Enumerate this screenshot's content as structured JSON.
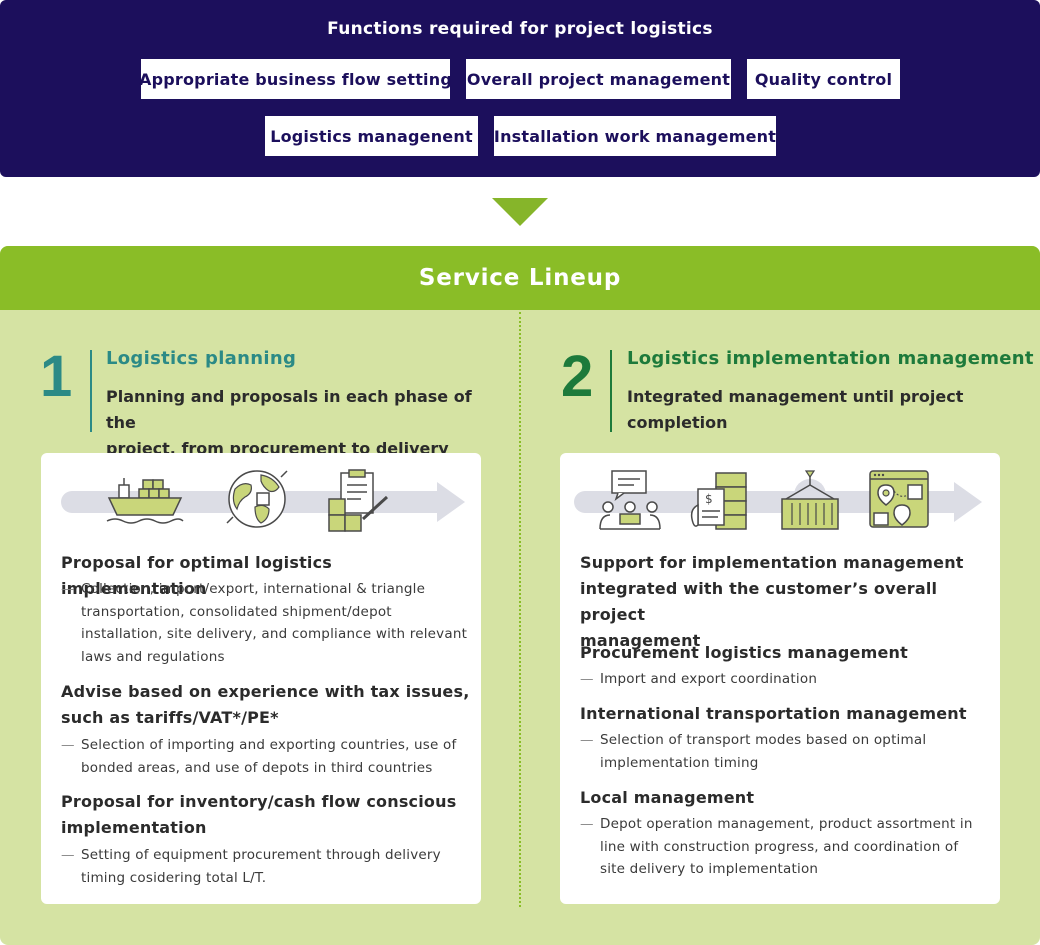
{
  "functions": {
    "title": "Functions required for project logistics",
    "items": [
      "Appropriate business flow setting",
      "Overall project management",
      "Quality control",
      "Logistics managenent",
      "Installation work management"
    ]
  },
  "lineup": {
    "title": "Service Lineup",
    "sections": [
      {
        "number": "1",
        "title": "Logistics planning",
        "subtitle_lines": [
          "Planning and proposals in each phase of the",
          "project,  from procurement to delivery"
        ],
        "icons": [
          "cargo-ship-icon",
          "globe-icon",
          "clipboard-boxes-icon"
        ],
        "items": [
          {
            "heading_lines": [
              "Proposal for optimal logistics implementation"
            ],
            "body_lines": [
              "Collection, import/export, international & triangle",
              "transportation,  consolidated shipment/depot",
              "installation, site delivery, and compliance with relevant",
              "laws and regulations"
            ]
          },
          {
            "heading_lines": [
              "Advise based on experience with tax issues,",
              "such as tariffs/VAT*/PE*"
            ],
            "body_lines": [
              "Selection of importing and exporting countries, use of",
              "bonded areas, and use of depots in third countries"
            ]
          },
          {
            "heading_lines": [
              "Proposal for inventory/cash flow conscious",
              "implementation"
            ],
            "body_lines": [
              "Setting of equipment procurement through delivery",
              "timing cosidering total L/T."
            ]
          }
        ]
      },
      {
        "number": "2",
        "title": "Logistics implementation management",
        "subtitle_lines": [
          "Integrated management until project",
          "completion"
        ],
        "icons": [
          "meeting-icon",
          "invoice-boxes-icon",
          "container-crane-icon",
          "map-location-icon"
        ],
        "items": [
          {
            "heading_lines": [
              "Support for implementation management",
              "integrated with the customer’s overall project",
              "management"
            ],
            "body_lines": []
          },
          {
            "heading_lines": [
              "Procurement logistics management"
            ],
            "body_lines": [
              "Import and export coordination"
            ]
          },
          {
            "heading_lines": [
              "International transportation management"
            ],
            "body_lines": [
              "Selection of transport modes based on optimal",
              "implementation timing"
            ]
          },
          {
            "heading_lines": [
              "Local management"
            ],
            "body_lines": [
              "Depot operation management, product assortment in",
              "line with construction progress, and coordination of",
              "site delivery to implementation"
            ]
          }
        ]
      }
    ]
  },
  "dash_glyph": "—",
  "colors": {
    "navy": "#1c0f5c",
    "green_header": "#8abd27",
    "green_bg": "#d5e3a3",
    "teal": "#2b8a86",
    "dark_green": "#1d7a3b",
    "icon_olive": "#c9d67a"
  }
}
